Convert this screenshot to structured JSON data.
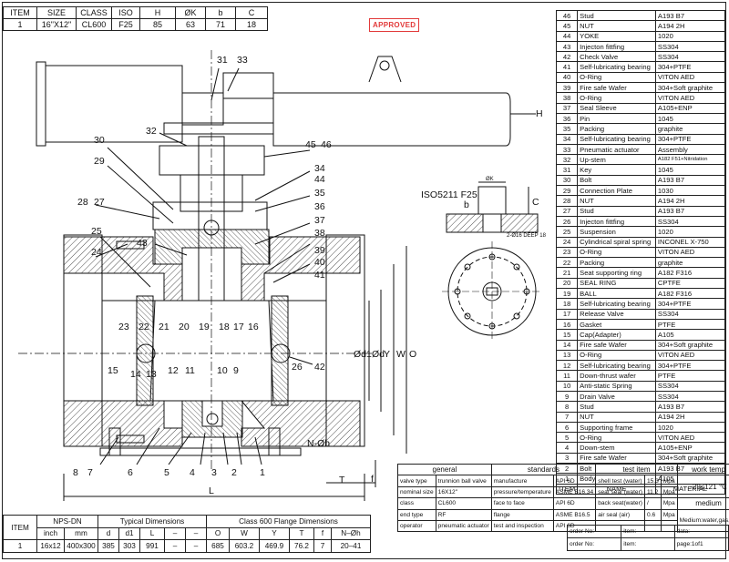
{
  "approved_stamp": "APPROVED",
  "top_spec": {
    "headers": [
      "ITEM",
      "SIZE",
      "CLASS",
      "ISO",
      "H",
      "ØK",
      "b",
      "C"
    ],
    "row": [
      "1",
      "16\"X12\"",
      "CL600",
      "F25",
      "85",
      "63",
      "71",
      "18"
    ]
  },
  "parts_list": [
    [
      "46",
      "Stud",
      "A193 B7"
    ],
    [
      "45",
      "NUT",
      "A194 2H"
    ],
    [
      "44",
      "YOKE",
      "1020"
    ],
    [
      "43",
      "Injecton fittfing",
      "SS304"
    ],
    [
      "42",
      "Check Valve",
      "SS304"
    ],
    [
      "41",
      "Self-lubricating bearing",
      "304+PTFE"
    ],
    [
      "40",
      "O-Ring",
      "VITON AED"
    ],
    [
      "39",
      "Fire safe Wafer",
      "304+Soft graphite"
    ],
    [
      "38",
      "O-Ring",
      "VITON AED"
    ],
    [
      "37",
      "Seal Sleeve",
      "A105+ENP"
    ],
    [
      "36",
      "Pin",
      "1045"
    ],
    [
      "35",
      "Packing",
      "graphite"
    ],
    [
      "34",
      "Self-lubricating bearing",
      "304+PTFE"
    ],
    [
      "33",
      "Pneumatic actuator",
      "Assembly"
    ],
    [
      "32",
      "Up-stem",
      "A182 F51+Nitridation"
    ],
    [
      "31",
      "Key",
      "1045"
    ],
    [
      "30",
      "Bolt",
      "A193 B7"
    ],
    [
      "29",
      "Connection Plate",
      "1030"
    ],
    [
      "28",
      "NUT",
      "A194 2H"
    ],
    [
      "27",
      "Stud",
      "A193 B7"
    ],
    [
      "26",
      "Injecton fittfing",
      "SS304"
    ],
    [
      "25",
      "Suspension",
      "1020"
    ],
    [
      "24",
      "Cylindrical spiral spring",
      "INCONEL X-750"
    ],
    [
      "23",
      "O-Ring",
      "VITON AED"
    ],
    [
      "22",
      "Packing",
      "graphite"
    ],
    [
      "21",
      "Seat supporting ring",
      "A182 F316"
    ],
    [
      "20",
      "SEAL RING",
      "CPTFE"
    ],
    [
      "19",
      "BALL",
      "A182 F316"
    ],
    [
      "18",
      "Self-lubricating bearing",
      "304+PTFE"
    ],
    [
      "17",
      "Release Valve",
      "SS304"
    ],
    [
      "16",
      "Gasket",
      "PTFE"
    ],
    [
      "15",
      "Cap(Adapter)",
      "A105"
    ],
    [
      "14",
      "Fire safe Wafer",
      "304+Soft graphite"
    ],
    [
      "13",
      "O-Ring",
      "VITON AED"
    ],
    [
      "12",
      "Self-lubricating bearing",
      "304+PTFE"
    ],
    [
      "11",
      "Down-thrust wafer",
      "PTFE"
    ],
    [
      "10",
      "Anti-static Spring",
      "SS304"
    ],
    [
      "9",
      "Drain Valve",
      "SS304"
    ],
    [
      "8",
      "Stud",
      "A193 B7"
    ],
    [
      "7",
      "NUT",
      "A194 2H"
    ],
    [
      "6",
      "Supporting frame",
      "1020"
    ],
    [
      "5",
      "O-Ring",
      "VITON AED"
    ],
    [
      "4",
      "Down-stem",
      "A105+ENP"
    ],
    [
      "3",
      "Fire safe Wafer",
      "304+Soft graphite"
    ],
    [
      "2",
      "Bolt",
      "A193 B7"
    ],
    [
      "1",
      "Body",
      "A105"
    ]
  ],
  "parts_header": [
    "ITEM",
    "NAME",
    "MATERIAL"
  ],
  "drawing_labels": {
    "iso_flange": "ISO5211 F25",
    "deep_note": "2-Ø16 DEEP 18",
    "ok": "ØK",
    "b": "b",
    "c": "C",
    "l": "L",
    "t": "T",
    "f": "f",
    "h": "H",
    "nh": "N-Øh",
    "od1": "Ød1",
    "od": "Ød",
    "y": "Y",
    "w": "W",
    "o": "O"
  },
  "callouts": [
    "31",
    "33",
    "32",
    "30",
    "29",
    "28",
    "27",
    "25",
    "24",
    "45",
    "46",
    "34",
    "44",
    "35",
    "36",
    "37",
    "38",
    "43",
    "39",
    "40",
    "41",
    "23",
    "22",
    "21",
    "20",
    "19",
    "18",
    "17",
    "16",
    "15",
    "14",
    "13",
    "12",
    "11",
    "10",
    "9",
    "26",
    "42",
    "8",
    "7",
    "6",
    "5",
    "4",
    "3",
    "2",
    "1"
  ],
  "dims": {
    "h1": [
      "ITEM",
      "NPS-DN",
      "Typical Dimensions",
      "Class 600 Flange Dimensions"
    ],
    "h2": [
      "inch",
      "mm",
      "d",
      "d1",
      "L",
      "–",
      "–",
      "O",
      "W",
      "Y",
      "T",
      "f",
      "N–Øh"
    ],
    "row": [
      "1",
      "16x12",
      "400x300",
      "385",
      "303",
      "991",
      "–",
      "–",
      "685",
      "603.2",
      "469.9",
      "76.2",
      "7",
      "20–41"
    ]
  },
  "info": {
    "headers": [
      "general",
      "standards",
      "test item",
      "work temp"
    ],
    "rows": [
      [
        "valve type",
        "trunnion ball valve",
        "manufacture",
        "API 6D",
        "shell test (water)",
        "15.3",
        "Mpa"
      ],
      [
        "nominal size",
        "16X12\"",
        "pressure/temperature",
        "ASME B16.34",
        "seat seal (water)",
        "11.2",
        "Mpa"
      ],
      [
        "class",
        "CL600",
        "face to face",
        "API 6D",
        "back seat(water)",
        "/",
        "Mpa"
      ],
      [
        "end type",
        "RF",
        "flange",
        "ASME B16.5",
        "air seal (air)",
        "0.6",
        "Mpa"
      ],
      [
        "operator",
        "pneumatic actuator",
        "test and inspection",
        "API 6D",
        "",
        "",
        ""
      ]
    ],
    "work_temp": "-29≤121  ℃",
    "medium_label": "medium",
    "medium_value": "Medium:water,gas,oil."
  },
  "footer": {
    "rows": [
      [
        "order No:",
        "item:",
        "data:"
      ],
      [
        "order No:",
        "item:",
        "page:1of1"
      ]
    ]
  }
}
